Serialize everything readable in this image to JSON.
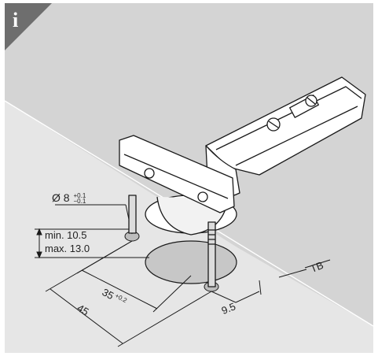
{
  "info_badge": {
    "glyph": "i"
  },
  "labels": {
    "drill_diameter": {
      "main": "Ø 8",
      "tol_plus": "+0.1",
      "tol_minus": "−0.1"
    },
    "depth_min": "min. 10.5",
    "depth_max": "max. 13.0",
    "dim_35": {
      "main": "35",
      "tol": "+0.2"
    },
    "dim_45": "45",
    "dim_9_5": "9.5",
    "dim_tb": "TB"
  },
  "colors": {
    "background": "#d4d4d4",
    "board_top": "#e6e6e6",
    "board_edge": "#ffffff",
    "cup_hole": "#c7c7c7",
    "badge": "#6e6e6e",
    "line": "#1a1a1a"
  }
}
